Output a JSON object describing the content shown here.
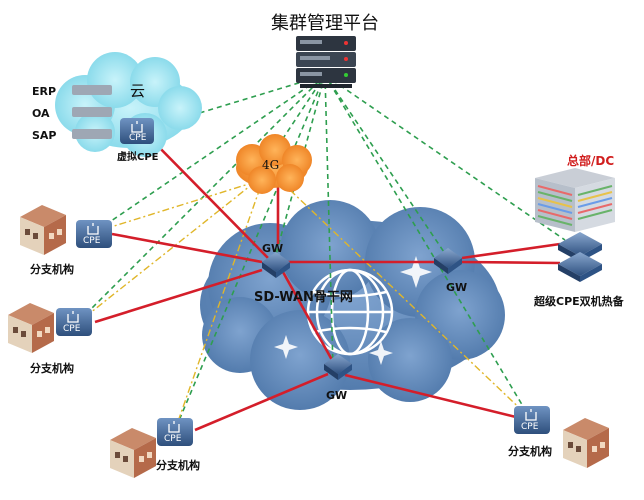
{
  "title": "集群管理平台",
  "cloud": {
    "label": "云",
    "apps": [
      "ERP",
      "OA",
      "SAP"
    ],
    "vcpe_device": "CPE",
    "vcpe_caption": "虚拟CPE"
  },
  "lte": "4G",
  "backbone": "SD-WAN骨干网",
  "gateways": [
    "GW",
    "GW",
    "GW"
  ],
  "hq": {
    "label": "总部/DC",
    "caption": "超级CPE双机热备"
  },
  "branches": [
    {
      "name": "分支机构",
      "device": "CPE"
    },
    {
      "name": "分支机构",
      "device": "CPE"
    },
    {
      "name": "分支机构",
      "device": "CPE"
    },
    {
      "name": "分支机构",
      "device": "CPE"
    }
  ],
  "colors": {
    "mgmt_link": "#2e9e4f",
    "data_link": "#d41e2a",
    "lte_link": "#e0b62a",
    "cloud_blue": "#5e86b6",
    "sky_cloud": "#9be3ef",
    "lte_cloud": "#f08d2b",
    "device": "#3a5f8f",
    "hq_label": "#d11e1e"
  },
  "icons": [
    "server-rack-icon",
    "router-icon",
    "building-icon",
    "globe-icon",
    "datacenter-icon"
  ]
}
